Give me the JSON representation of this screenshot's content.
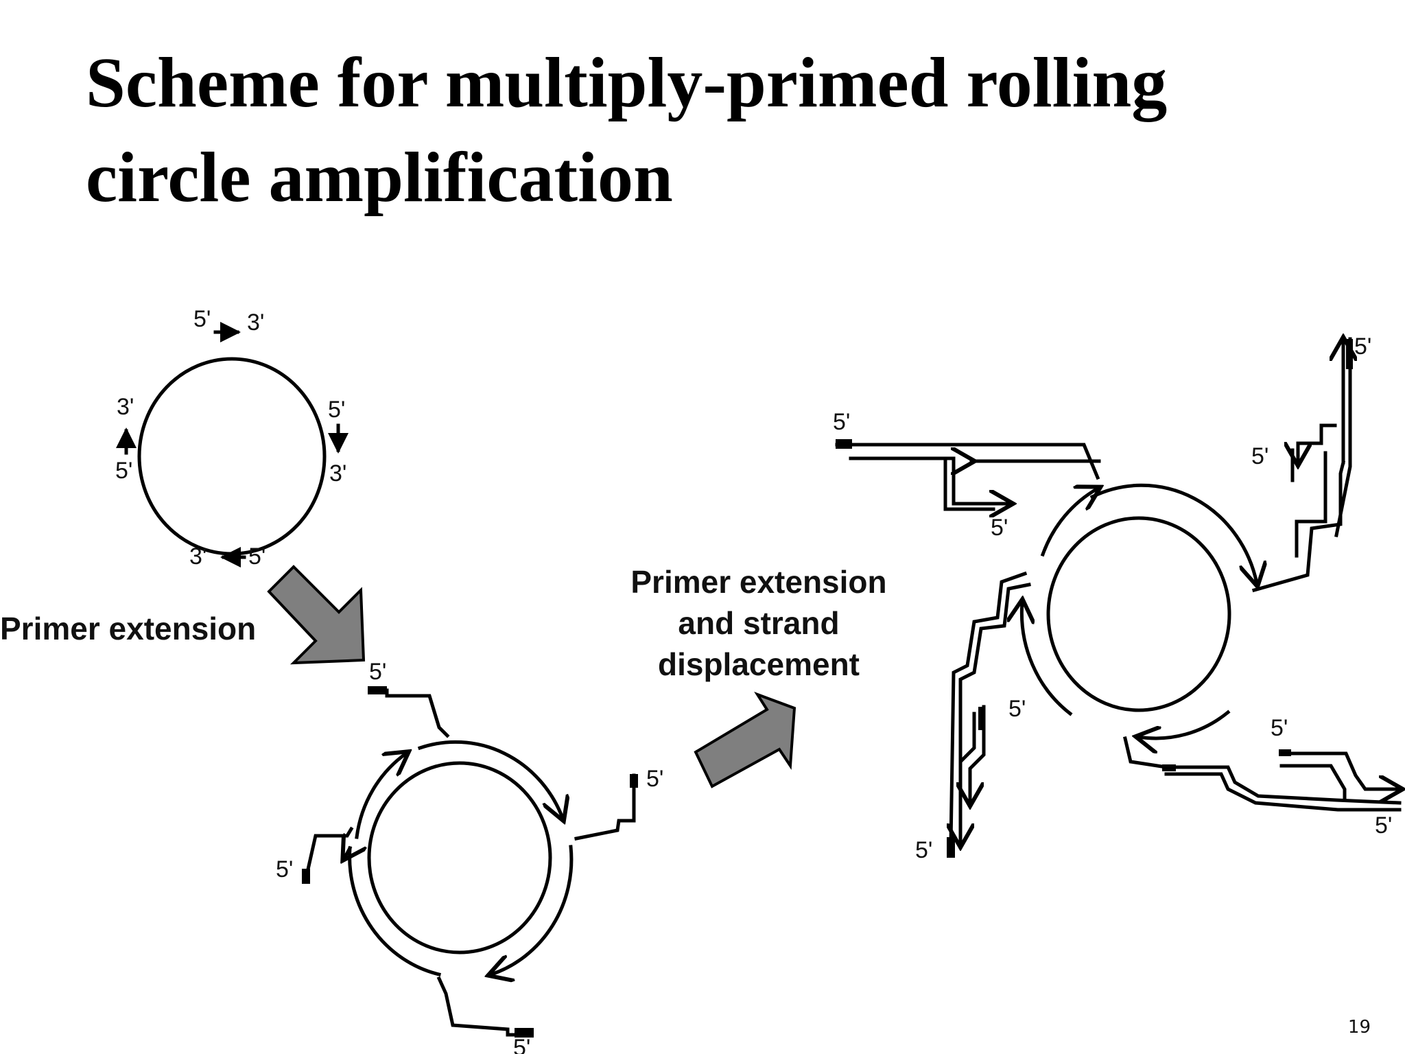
{
  "title": {
    "line1": "Scheme for multiply-primed rolling",
    "line2": "circle amplification"
  },
  "page_number": "19",
  "labels": {
    "five_prime": "5'",
    "three_prime": "3'"
  },
  "steps": {
    "step1": "Primer extension",
    "step2_line1": "Primer extension",
    "step2_line2": "and strand",
    "step2_line3": "displacement"
  },
  "colors": {
    "arrow_fill": "#7f7f7f",
    "strand": "#000000"
  },
  "icons": {
    "step_arrow": "gray-block-arrow"
  }
}
